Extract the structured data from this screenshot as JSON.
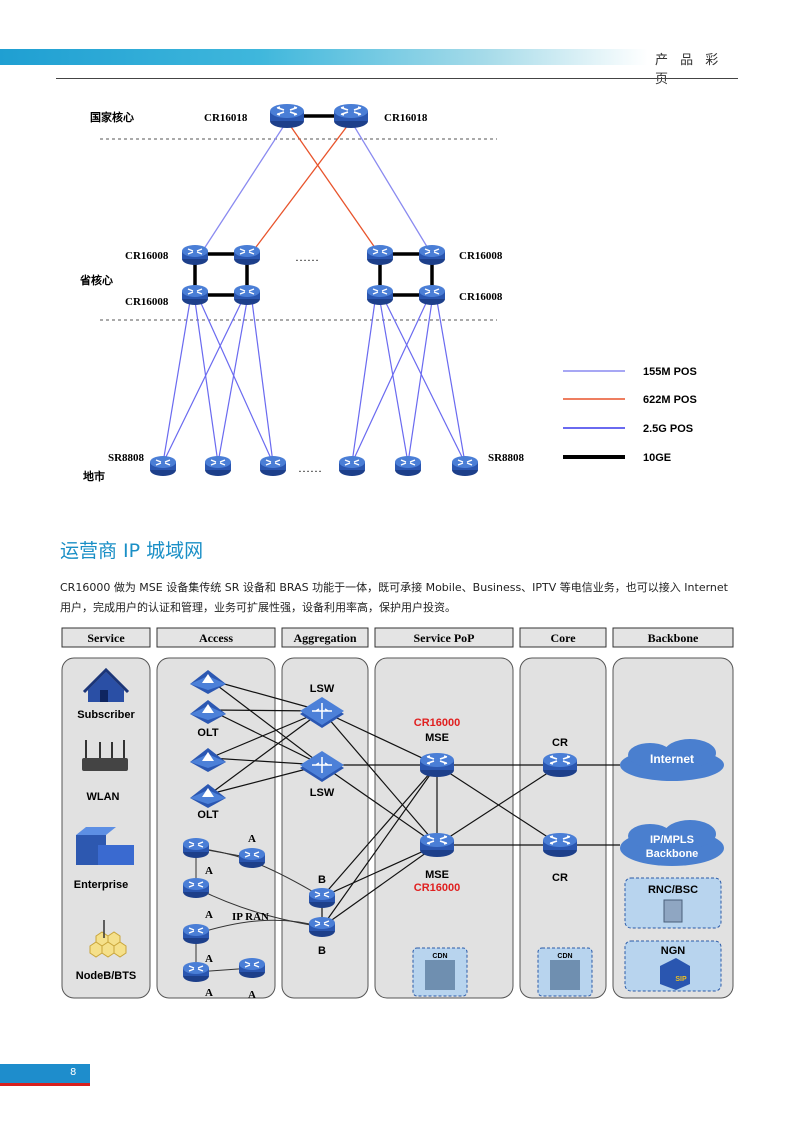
{
  "header": {
    "title": "产 品 彩 页"
  },
  "top_diagram": {
    "labels": {
      "national_core": "国家核心",
      "provincial_core": "省核心",
      "city": "地市",
      "cr16018_left": "CR16018",
      "cr16018_right": "CR16018",
      "cr16008_tl": "CR16008",
      "cr16008_bl": "CR16008",
      "cr16008_tr": "CR16008",
      "cr16008_br": "CR16008",
      "sr8808_left": "SR8808",
      "sr8808_right": "SR8808",
      "ellipsis_mid": "……",
      "ellipsis_bottom": "……"
    },
    "legend": [
      {
        "label": "155M POS",
        "color": "#8080f0"
      },
      {
        "label": "622M POS",
        "color": "#e8542c"
      },
      {
        "label": "2.5G POS",
        "color": "#6a6af0"
      },
      {
        "label": "10GE",
        "color": "#000000"
      }
    ]
  },
  "section": {
    "title": "运营商 IP 城域网",
    "intro_line1": "CR16000 做为 MSE 设备集传统 SR 设备和 BRAS 功能于一体，既可承接 Mobile、Business、IPTV 等电信业务，也可以接入 Internet",
    "intro_line2": "用户，完成用户的认证和管理，业务可扩展性强，设备利用率高，保护用户投资。"
  },
  "bottom_diagram": {
    "columns": [
      "Service",
      "Access",
      "Aggregation",
      "Service PoP",
      "Core",
      "Backbone"
    ],
    "service_items": [
      "Subscriber",
      "WLAN",
      "Enterprise",
      "NodeB/BTS"
    ],
    "access": {
      "olt1": "OLT",
      "olt2": "OLT",
      "a_labels": [
        "A",
        "A",
        "A",
        "A",
        "A",
        "A"
      ]
    },
    "aggregation": {
      "lsw1": "LSW",
      "lsw2": "LSW",
      "b1": "B",
      "b2": "B",
      "ipran": "IP RAN"
    },
    "service_pop": {
      "mse_top_model": "CR16000",
      "mse_top": "MSE",
      "mse_bottom": "MSE",
      "mse_bottom_model": "CR16000",
      "cdn": "CDN"
    },
    "core": {
      "cr_top": "CR",
      "cr_bottom": "CR",
      "cdn": "CDN"
    },
    "backbone": {
      "internet": "Internet",
      "ipmpls1": "IP/MPLS",
      "ipmpls2": "Backbone",
      "rnc": "RNC/BSC",
      "ngn": "NGN",
      "sip": "SIP"
    },
    "accent_red": "#e02020"
  },
  "footer": {
    "page_number": "8"
  }
}
